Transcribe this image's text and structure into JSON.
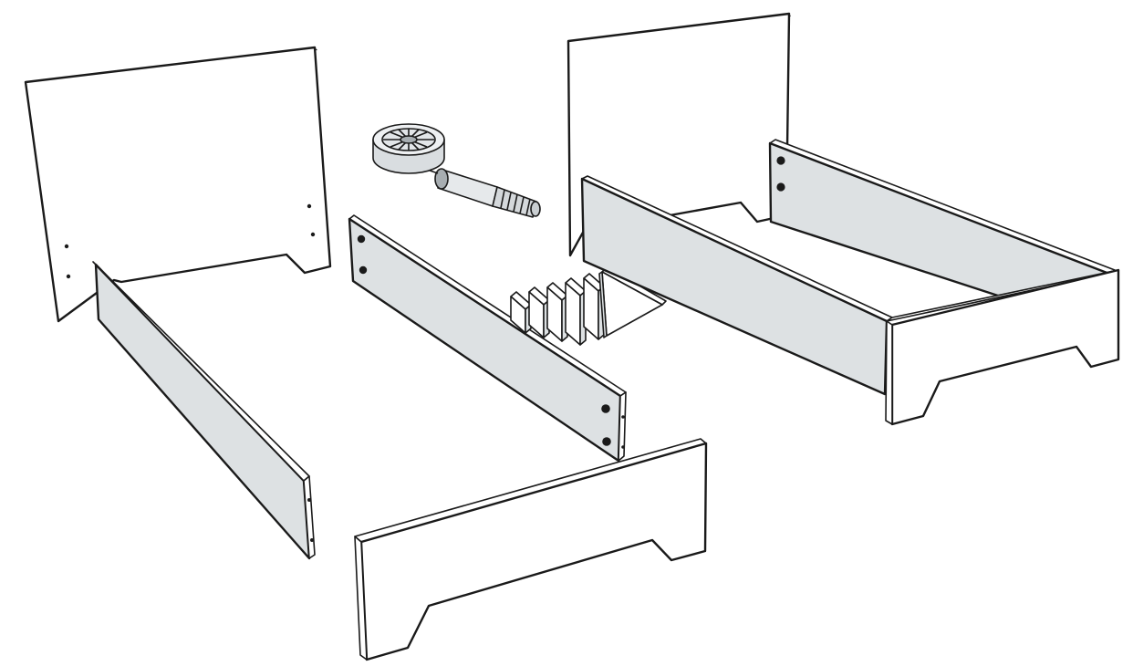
{
  "diagram": {
    "kind": "exploded assembly illustration",
    "components": [
      {
        "id": "headboard-left",
        "icon": "panel"
      },
      {
        "id": "side-rail-left",
        "icon": "panel"
      },
      {
        "id": "side-rail-middle",
        "icon": "panel"
      },
      {
        "id": "footboard",
        "icon": "panel"
      },
      {
        "id": "cam-lock-fitting",
        "icon": "cam-lock-icon"
      },
      {
        "id": "slats-and-bracket",
        "icon": "slat"
      },
      {
        "id": "assembled-bed",
        "icon": "bed"
      }
    ],
    "colors": {
      "panel_white": "#ffffff",
      "panel_grey": "#dde1e3",
      "outline": "#1a1a1a",
      "metal_light": "#e6e9eb",
      "metal_dark": "#a7adb1"
    }
  }
}
